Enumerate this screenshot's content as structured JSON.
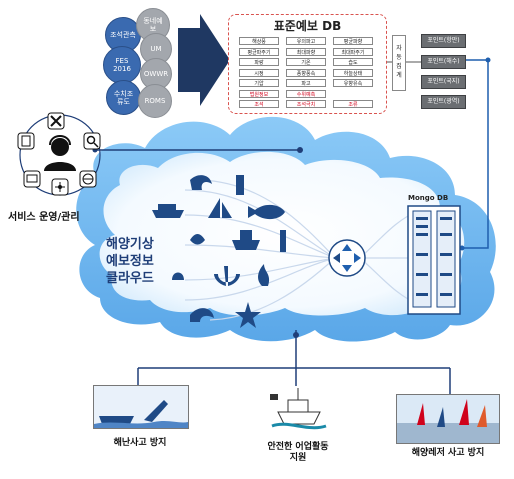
{
  "source_circles": [
    {
      "label": "조석관측"
    },
    {
      "label": "FES\n2016"
    },
    {
      "label": "수치조\n류도"
    },
    {
      "label": "동네예\n보"
    },
    {
      "label": "UM"
    },
    {
      "label": "OWWR"
    },
    {
      "label": "ROMS"
    }
  ],
  "db": {
    "title": "표준예보 DB",
    "rows": [
      [
        "해상풍",
        "유의파고",
        "평균파향"
      ],
      [
        "평균파주기",
        "최대파향",
        "최대파주기"
      ],
      [
        "파랑",
        "기온",
        "습도"
      ],
      [
        "시정",
        "풍향풍속",
        "하늘상태"
      ],
      [
        "기압",
        "파고",
        "유향유속"
      ],
      [
        "법원정보",
        "수위예측",
        ""
      ],
      [
        "조석",
        "조석극치",
        "조류"
      ]
    ],
    "red_cells": [
      "법원정보",
      "수위예측",
      "조석",
      "조석극치",
      "조류"
    ]
  },
  "collect_label": "자\n동\n집\n계",
  "points": [
    "포인트(항만)",
    "포인트(해수)",
    "포인트(국지)",
    "포인트(광역)"
  ],
  "service_label": "서비스 운영/관리",
  "cloud_title": "해양기상\n예보정보\n클라우드",
  "mongo_label": "Mongo DB",
  "bottom_items": [
    {
      "label": "해난사고 방지"
    },
    {
      "label": "안전한 어업활동\n지원"
    },
    {
      "label": "해양레저 사고 방지"
    }
  ],
  "colors": {
    "accent_blue": "#1f5fae",
    "line_dark": "#1f3e78",
    "cloud_blue": "#6fb7f0",
    "red": "#d0021b"
  }
}
